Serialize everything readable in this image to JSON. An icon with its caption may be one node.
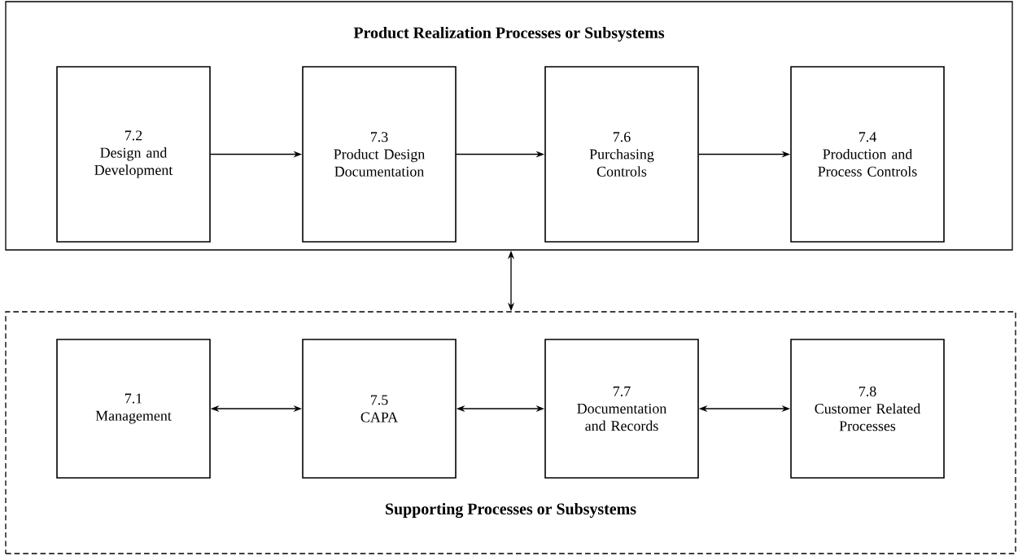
{
  "diagram": {
    "nodes": [
      {
        "text": [
          "Product Realization Processes or Subsystems"
        ]
      },
      {
        "text": [
          "7.2",
          "Design and Development"
        ],
        "in": 0
      },
      {
        "text": [
          "7.3",
          "Product Design Documentation"
        ],
        "in": 0
      },
      {
        "text": [
          "7.6",
          "Purchasing Controls"
        ],
        "in": 0
      },
      {
        "text": [
          "7.4",
          "Production and Process Controls"
        ],
        "in": 0
      },
      {
        "text": [
          "Supporting Processes or Subsystems"
        ]
      },
      {
        "text": [
          "7.1",
          "Management"
        ],
        "in": 5
      },
      {
        "text": [
          "7.5",
          "CAPA"
        ],
        "in": 5
      },
      {
        "text": [
          "7.7",
          "Documentation and Records"
        ],
        "in": 5
      },
      {
        "text": [
          "7.8",
          "Customer Related Processes"
        ],
        "in": 5
      }
    ],
    "edges": [
      {
        "from": 1,
        "to": 2,
        "arrow": "to"
      },
      {
        "from": 2,
        "to": 3,
        "arrow": "to"
      },
      {
        "from": 3,
        "to": 4,
        "arrow": "to"
      },
      {
        "from": 0,
        "to": 5,
        "arrow": "both"
      },
      {
        "from": 6,
        "to": 7,
        "arrow": "both"
      },
      {
        "from": 7,
        "to": 8,
        "arrow": "both"
      },
      {
        "from": 8,
        "to": 9,
        "arrow": "both"
      }
    ]
  }
}
